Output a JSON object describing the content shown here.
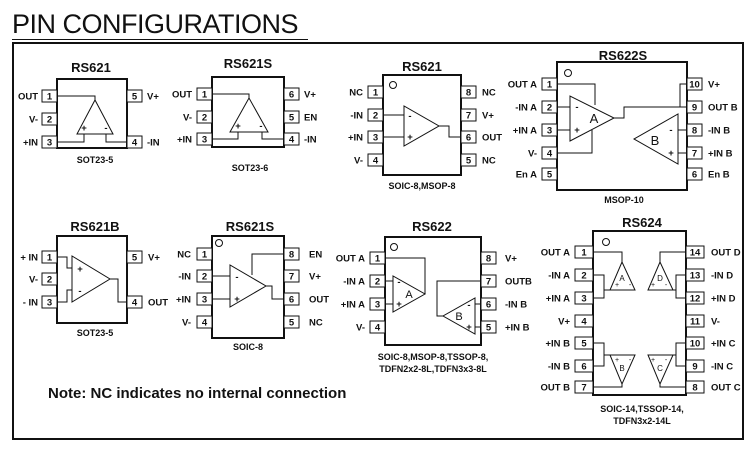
{
  "title": "PIN CONFIGURATIONS",
  "note": "Note: NC indicates no internal connection",
  "packages": [
    {
      "id": "p1",
      "name": "RS621",
      "package": "SOT23-5",
      "pins": [
        {
          "num": "1",
          "label": "OUT"
        },
        {
          "num": "2",
          "label": "V-"
        },
        {
          "num": "3",
          "label": "+IN"
        },
        {
          "num": "4",
          "label": "-IN"
        },
        {
          "num": "5",
          "label": "V+"
        }
      ]
    },
    {
      "id": "p2",
      "name": "RS621S",
      "package": "SOT23-6",
      "pins": [
        {
          "num": "1",
          "label": "OUT"
        },
        {
          "num": "2",
          "label": "V-"
        },
        {
          "num": "3",
          "label": "+IN"
        },
        {
          "num": "4",
          "label": "-IN"
        },
        {
          "num": "5",
          "label": "EN"
        },
        {
          "num": "6",
          "label": "V+"
        }
      ]
    },
    {
      "id": "p3",
      "name": "RS621",
      "package": "SOIC-8,MSOP-8",
      "pins": [
        {
          "num": "1",
          "label": "NC"
        },
        {
          "num": "2",
          "label": "-IN"
        },
        {
          "num": "3",
          "label": "+IN"
        },
        {
          "num": "4",
          "label": "V-"
        },
        {
          "num": "5",
          "label": "NC"
        },
        {
          "num": "6",
          "label": "OUT"
        },
        {
          "num": "7",
          "label": "V+"
        },
        {
          "num": "8",
          "label": "NC"
        }
      ]
    },
    {
      "id": "p4",
      "name": "RS622S",
      "package": "MSOP-10",
      "pins": [
        {
          "num": "1",
          "label": "OUT A"
        },
        {
          "num": "2",
          "label": "-IN A"
        },
        {
          "num": "3",
          "label": "+IN A"
        },
        {
          "num": "4",
          "label": "V-"
        },
        {
          "num": "5",
          "label": "En A"
        },
        {
          "num": "6",
          "label": "En B"
        },
        {
          "num": "7",
          "label": "+IN B"
        },
        {
          "num": "8",
          "label": "-IN B"
        },
        {
          "num": "9",
          "label": "OUT B"
        },
        {
          "num": "10",
          "label": "V+"
        }
      ]
    },
    {
      "id": "p5",
      "name": "RS621B",
      "package": "SOT23-5",
      "pins": [
        {
          "num": "1",
          "label": "+ IN"
        },
        {
          "num": "2",
          "label": "V-"
        },
        {
          "num": "3",
          "label": "- IN"
        },
        {
          "num": "4",
          "label": "OUT"
        },
        {
          "num": "5",
          "label": "V+"
        }
      ]
    },
    {
      "id": "p6",
      "name": "RS621S",
      "package": "SOIC-8",
      "pins": [
        {
          "num": "1",
          "label": "NC"
        },
        {
          "num": "2",
          "label": "-IN"
        },
        {
          "num": "3",
          "label": "+IN"
        },
        {
          "num": "4",
          "label": "V-"
        },
        {
          "num": "5",
          "label": "NC"
        },
        {
          "num": "6",
          "label": "OUT"
        },
        {
          "num": "7",
          "label": "V+"
        },
        {
          "num": "8",
          "label": "EN"
        }
      ]
    },
    {
      "id": "p7",
      "name": "RS622",
      "package": "SOIC-8,MSOP-8,TSSOP-8,",
      "package2": "TDFN2x2-8L,TDFN3x3-8L",
      "pins": [
        {
          "num": "1",
          "label": "OUT A"
        },
        {
          "num": "2",
          "label": "-IN A"
        },
        {
          "num": "3",
          "label": "+IN A"
        },
        {
          "num": "4",
          "label": "V-"
        },
        {
          "num": "5",
          "label": "+IN B"
        },
        {
          "num": "6",
          "label": "-IN B"
        },
        {
          "num": "7",
          "label": "OUTB"
        },
        {
          "num": "8",
          "label": "V+"
        }
      ]
    },
    {
      "id": "p8",
      "name": "RS624",
      "package": "SOIC-14,TSSOP-14,",
      "package2": "TDFN3x2-14L",
      "pins": [
        {
          "num": "1",
          "label": "OUT A"
        },
        {
          "num": "2",
          "label": "-IN A"
        },
        {
          "num": "3",
          "label": "+IN A"
        },
        {
          "num": "4",
          "label": "V+"
        },
        {
          "num": "5",
          "label": "+IN B"
        },
        {
          "num": "6",
          "label": "-IN B"
        },
        {
          "num": "7",
          "label": "OUT B"
        },
        {
          "num": "8",
          "label": "OUT C"
        },
        {
          "num": "9",
          "label": "-IN C"
        },
        {
          "num": "10",
          "label": "+IN C"
        },
        {
          "num": "11",
          "label": "V-"
        },
        {
          "num": "12",
          "label": "+IN D"
        },
        {
          "num": "13",
          "label": "-IN D"
        },
        {
          "num": "14",
          "label": "OUT D"
        }
      ]
    }
  ],
  "amp_labels": {
    "a": "A",
    "b": "B",
    "c": "C",
    "d": "D",
    "plus": "+",
    "minus": "-"
  }
}
